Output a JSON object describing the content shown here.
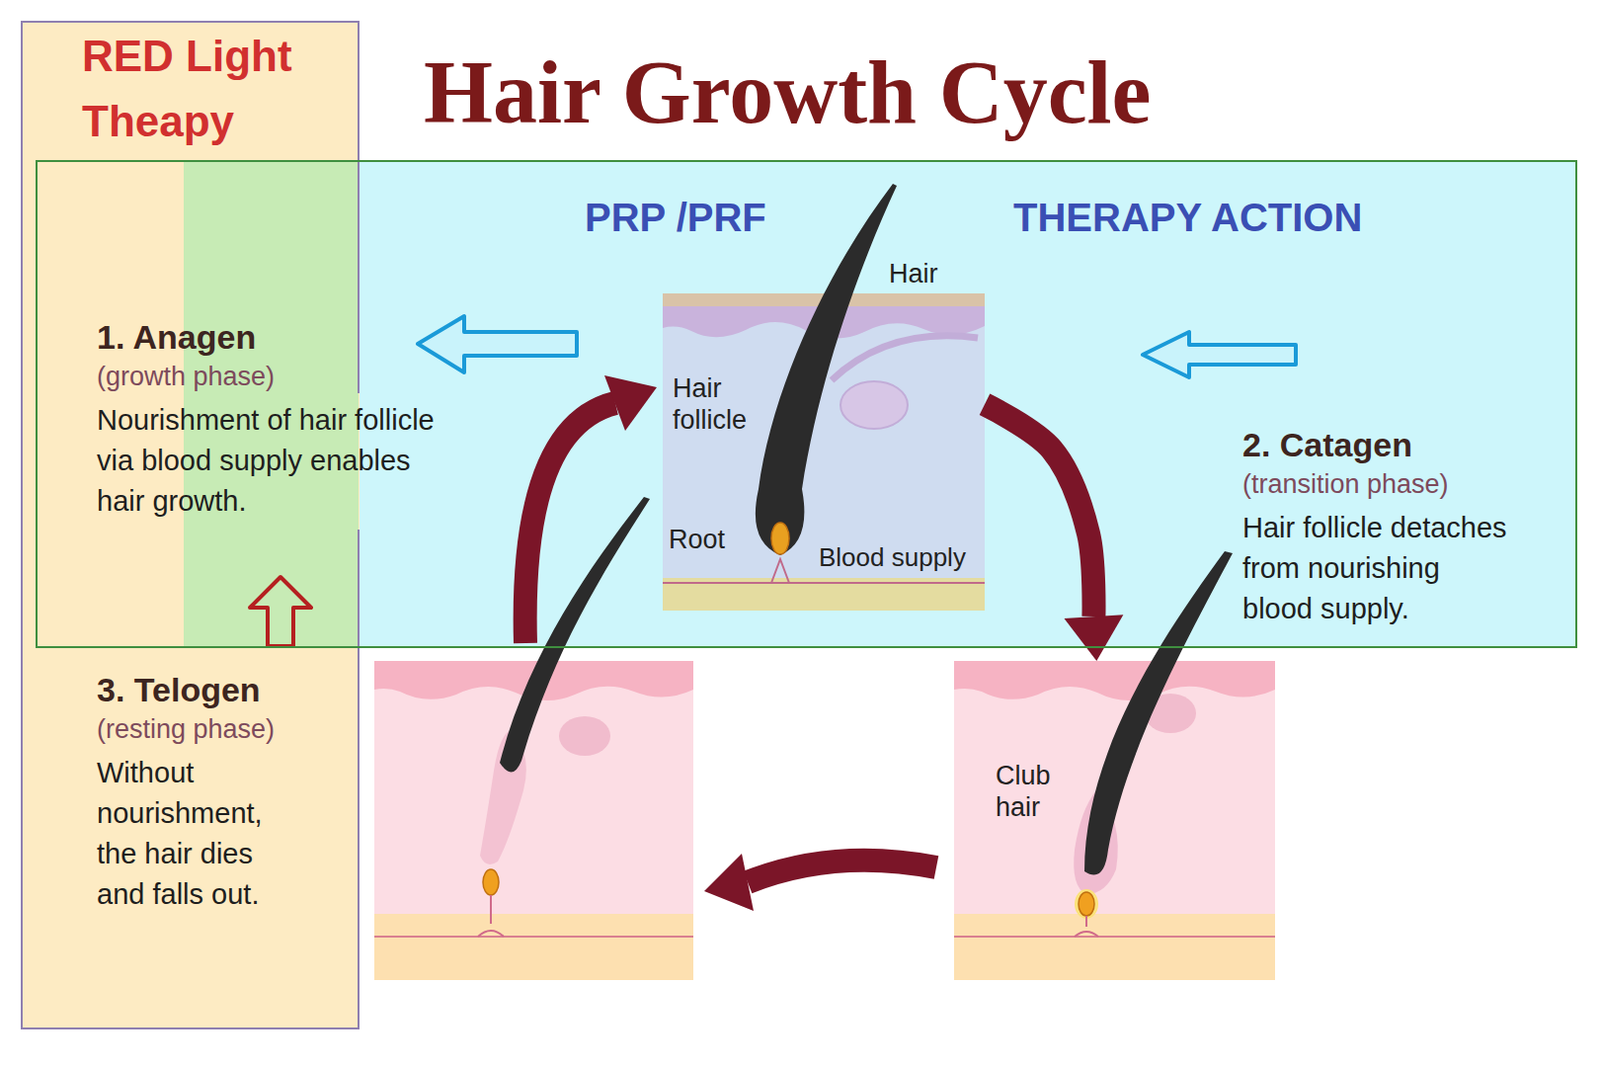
{
  "diagram": {
    "title": "Hair Growth Cycle",
    "nodes": [
      {
        "text": [
          "RED Light Theapy"
        ]
      },
      {
        "text": [
          "PRP /PRF",
          "THERAPY ACTION"
        ]
      },
      {
        "text": [
          "1. Anagen",
          "(growth phase)",
          "Nourishment of hair follicle via blood supply enables hair growth."
        ],
        "in": 1
      },
      {
        "text": [
          "Hair",
          "Hair follicle",
          "Root",
          "Blood supply"
        ],
        "in": 1
      },
      {
        "text": [
          "2. Catagen",
          "(transition phase)",
          "Hair follicle detaches from nourishing blood supply."
        ],
        "in": 1
      },
      {
        "text": [
          "3. Telogen",
          "(resting phase)",
          "Without nourishment, the hair dies and falls out."
        ],
        "in": 0
      },
      {
        "text": [
          "Club hair"
        ]
      }
    ],
    "edges": [
      {
        "from": 3,
        "to": 6,
        "arrow": "to"
      }
    ]
  }
}
